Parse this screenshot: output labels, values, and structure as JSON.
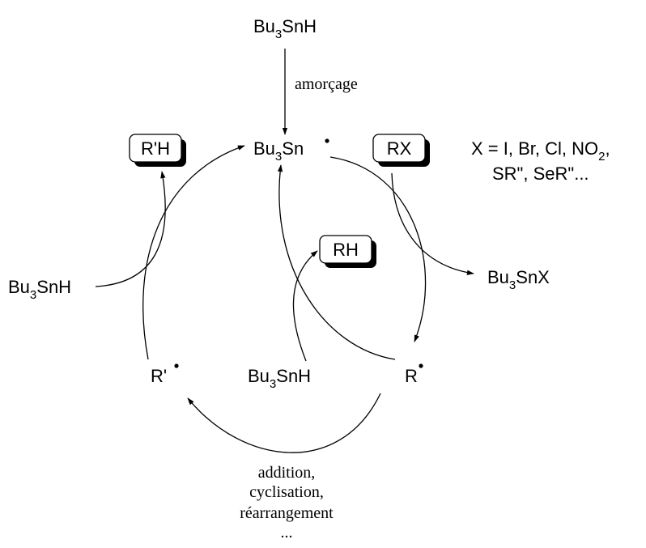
{
  "reagent_top": {
    "prefix": "Bu",
    "sub": "3",
    "suffix": "SnH"
  },
  "initiation_label": "amorçage",
  "tin_radical": {
    "prefix": "Bu",
    "sub": "3",
    "suffix": "Sn"
  },
  "substrate_box": "RX",
  "x_definition": {
    "line1_prefix": "X = I, Br, Cl, NO",
    "line1_sub": "2",
    "line1_suffix": ",",
    "line2": "SR\", SeR\"..."
  },
  "tin_halide": {
    "prefix": "Bu",
    "sub": "3",
    "suffix": "SnX"
  },
  "product_rh_box": "RH",
  "product_rprime_h_box": "R'H",
  "left_reagent": {
    "prefix": "Bu",
    "sub": "3",
    "suffix": "SnH"
  },
  "center_reagent": {
    "prefix": "Bu",
    "sub": "3",
    "suffix": "SnH"
  },
  "radical_r": "R",
  "radical_rprime": "R'",
  "rearrangement_lines": [
    "addition,",
    "cyclisation,",
    "réarrangement",
    "..."
  ],
  "colors": {
    "ink": "#000000",
    "background": "#ffffff"
  }
}
